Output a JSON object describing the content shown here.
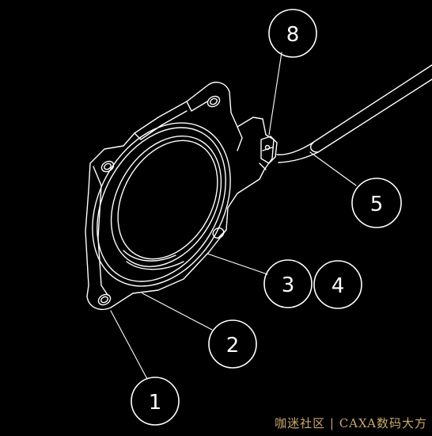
{
  "balloons": [
    {
      "id": "b8",
      "label": "8"
    },
    {
      "id": "b5",
      "label": "5"
    },
    {
      "id": "b3",
      "label": "3"
    },
    {
      "id": "b4",
      "label": "4"
    },
    {
      "id": "b2",
      "label": "2"
    },
    {
      "id": "b1",
      "label": "1"
    }
  ],
  "watermark": {
    "text": "咖迷社区 | CAXA数码大方"
  },
  "colors": {
    "background": "#000000",
    "line": "#ffffff",
    "watermark": "#c7a96a"
  }
}
